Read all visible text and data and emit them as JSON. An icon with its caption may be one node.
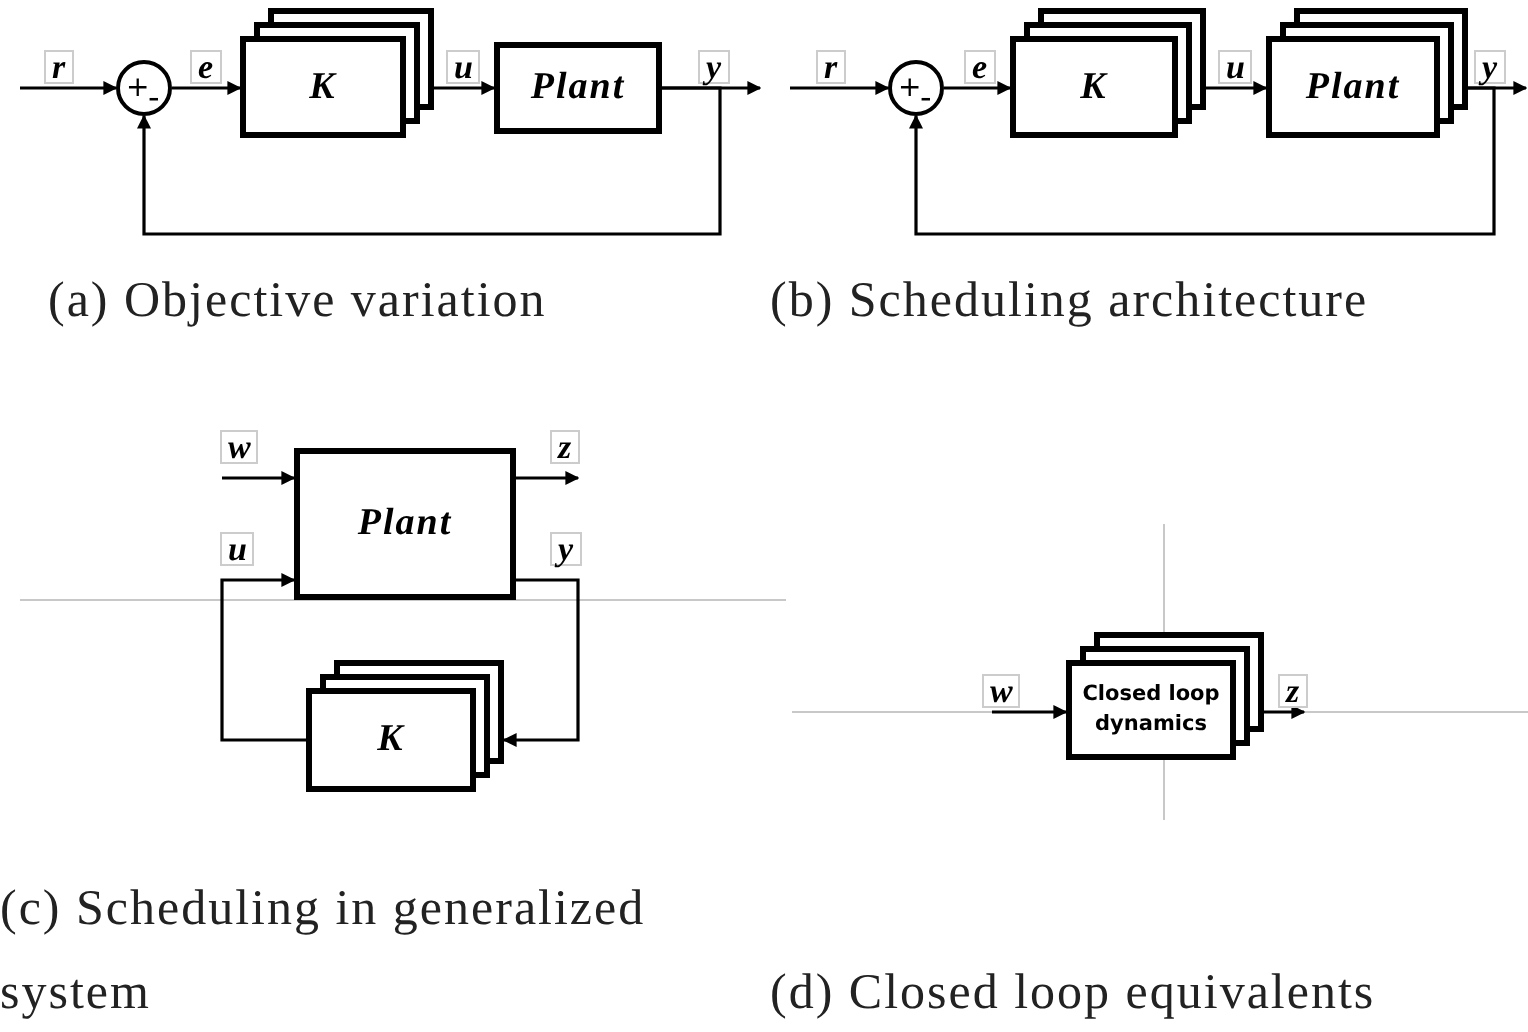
{
  "diagram": {
    "nodes": [
      {
        "text": [
          "+",
          "-"
        ]
      },
      {
        "text": [
          "K"
        ]
      },
      {
        "text": [
          "Plant"
        ]
      },
      {
        "text": [
          "+",
          "-"
        ]
      },
      {
        "text": [
          "K"
        ]
      },
      {
        "text": [
          "Plant"
        ]
      },
      {
        "text": [
          "Plant"
        ]
      },
      {
        "text": [
          "K"
        ]
      },
      {
        "text": [
          "Closed loop dynamics"
        ]
      }
    ],
    "edges": [
      {
        "from": null,
        "to": 0,
        "arrow": "to",
        "label": "r"
      },
      {
        "from": 0,
        "to": 1,
        "arrow": "to",
        "label": "e"
      },
      {
        "from": 1,
        "to": 2,
        "arrow": "to",
        "label": "u"
      },
      {
        "from": 2,
        "to": null,
        "arrow": "to",
        "label": "y"
      },
      {
        "from": 2,
        "to": 0,
        "arrow": "to"
      },
      {
        "from": null,
        "to": 3,
        "arrow": "to",
        "label": "r"
      },
      {
        "from": 3,
        "to": 4,
        "arrow": "to",
        "label": "e"
      },
      {
        "from": 4,
        "to": 5,
        "arrow": "to",
        "label": "u"
      },
      {
        "from": 5,
        "to": null,
        "arrow": "to",
        "label": "y"
      },
      {
        "from": 5,
        "to": 3,
        "arrow": "to"
      },
      {
        "from": null,
        "to": 6,
        "arrow": "to",
        "label": "w"
      },
      {
        "from": 6,
        "to": null,
        "arrow": "to",
        "label": "z"
      },
      {
        "from": 7,
        "to": 6,
        "arrow": "to",
        "label": "u"
      },
      {
        "from": 6,
        "to": 7,
        "arrow": "to",
        "label": "y"
      },
      {
        "from": null,
        "to": 8,
        "arrow": "to",
        "label": "w"
      },
      {
        "from": 8,
        "to": null,
        "arrow": "to",
        "label": "z"
      }
    ],
    "labels": [
      "(a) Objective variation",
      "(b) Scheduling architecture",
      "(c) Scheduling in generalized system",
      "(d) Closed loop equivalents"
    ]
  }
}
